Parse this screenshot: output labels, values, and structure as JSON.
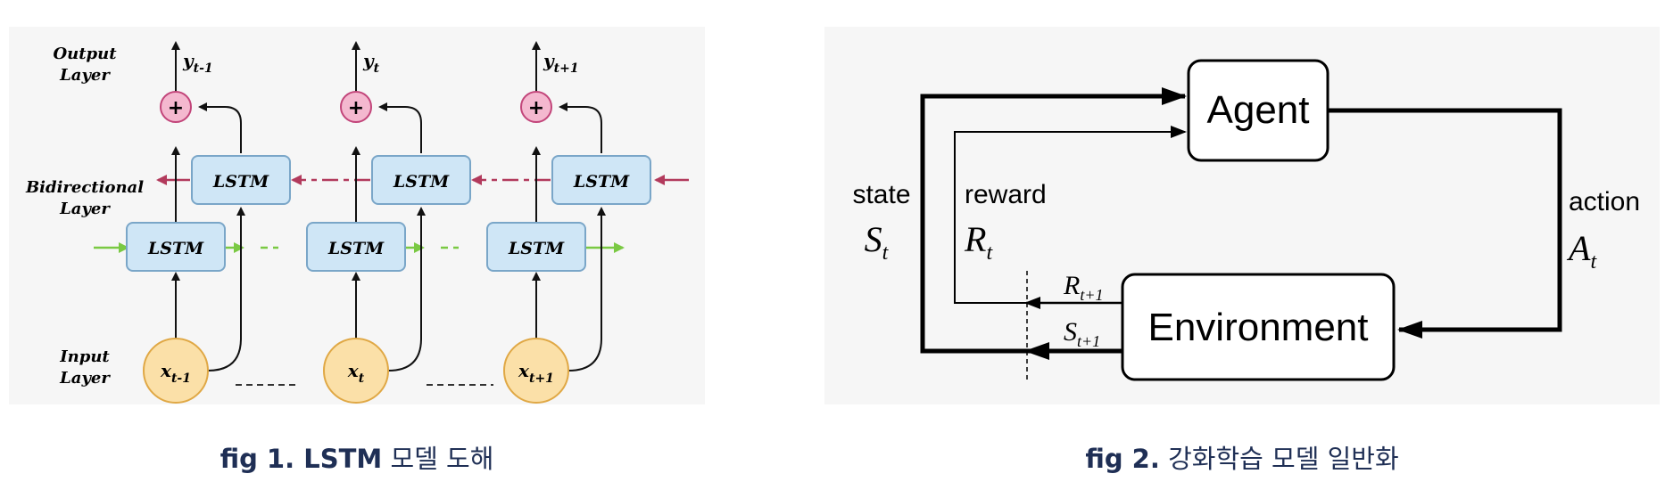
{
  "figures": [
    {
      "caption_bold": "fig 1. LSTM",
      "caption_rest": " 모델 도해",
      "layers": {
        "output": [
          "Output",
          "Layer"
        ],
        "bidirectional": [
          "Bidirectional",
          "Layer"
        ],
        "input": [
          "Input",
          "Layer"
        ]
      },
      "cell_label": "LSTM",
      "plus_symbol": "+",
      "outputs": [
        {
          "base": "y",
          "sub": "t-1"
        },
        {
          "base": "y",
          "sub": "t"
        },
        {
          "base": "y",
          "sub": "t+1"
        }
      ],
      "inputs": [
        {
          "base": "x",
          "sub": "t-1"
        },
        {
          "base": "x",
          "sub": "t"
        },
        {
          "base": "x",
          "sub": "t+1"
        }
      ],
      "colors": {
        "cell_fill": "#cfe6f6",
        "cell_stroke": "#7aa6c8",
        "plus_fill": "#f4b8cf",
        "plus_stroke": "#c2457a",
        "input_fill": "#fbe0a8",
        "input_stroke": "#e0a845",
        "forward_arrow": "#7ac943",
        "backward_arrow": "#b23a5c"
      }
    },
    {
      "caption_bold": "fig 2.",
      "caption_rest": " 강화학습 모델 일반화",
      "agent_label": "Agent",
      "environment_label": "Environment",
      "state_label": "state",
      "state_symbol": {
        "base": "S",
        "sub": "t"
      },
      "reward_label": "reward",
      "reward_symbol": {
        "base": "R",
        "sub": "t"
      },
      "action_label": "action",
      "action_symbol": {
        "base": "A",
        "sub": "t"
      },
      "next_reward": {
        "base": "R",
        "sub": "t+1"
      },
      "next_state": {
        "base": "S",
        "sub": "t+1"
      }
    }
  ]
}
